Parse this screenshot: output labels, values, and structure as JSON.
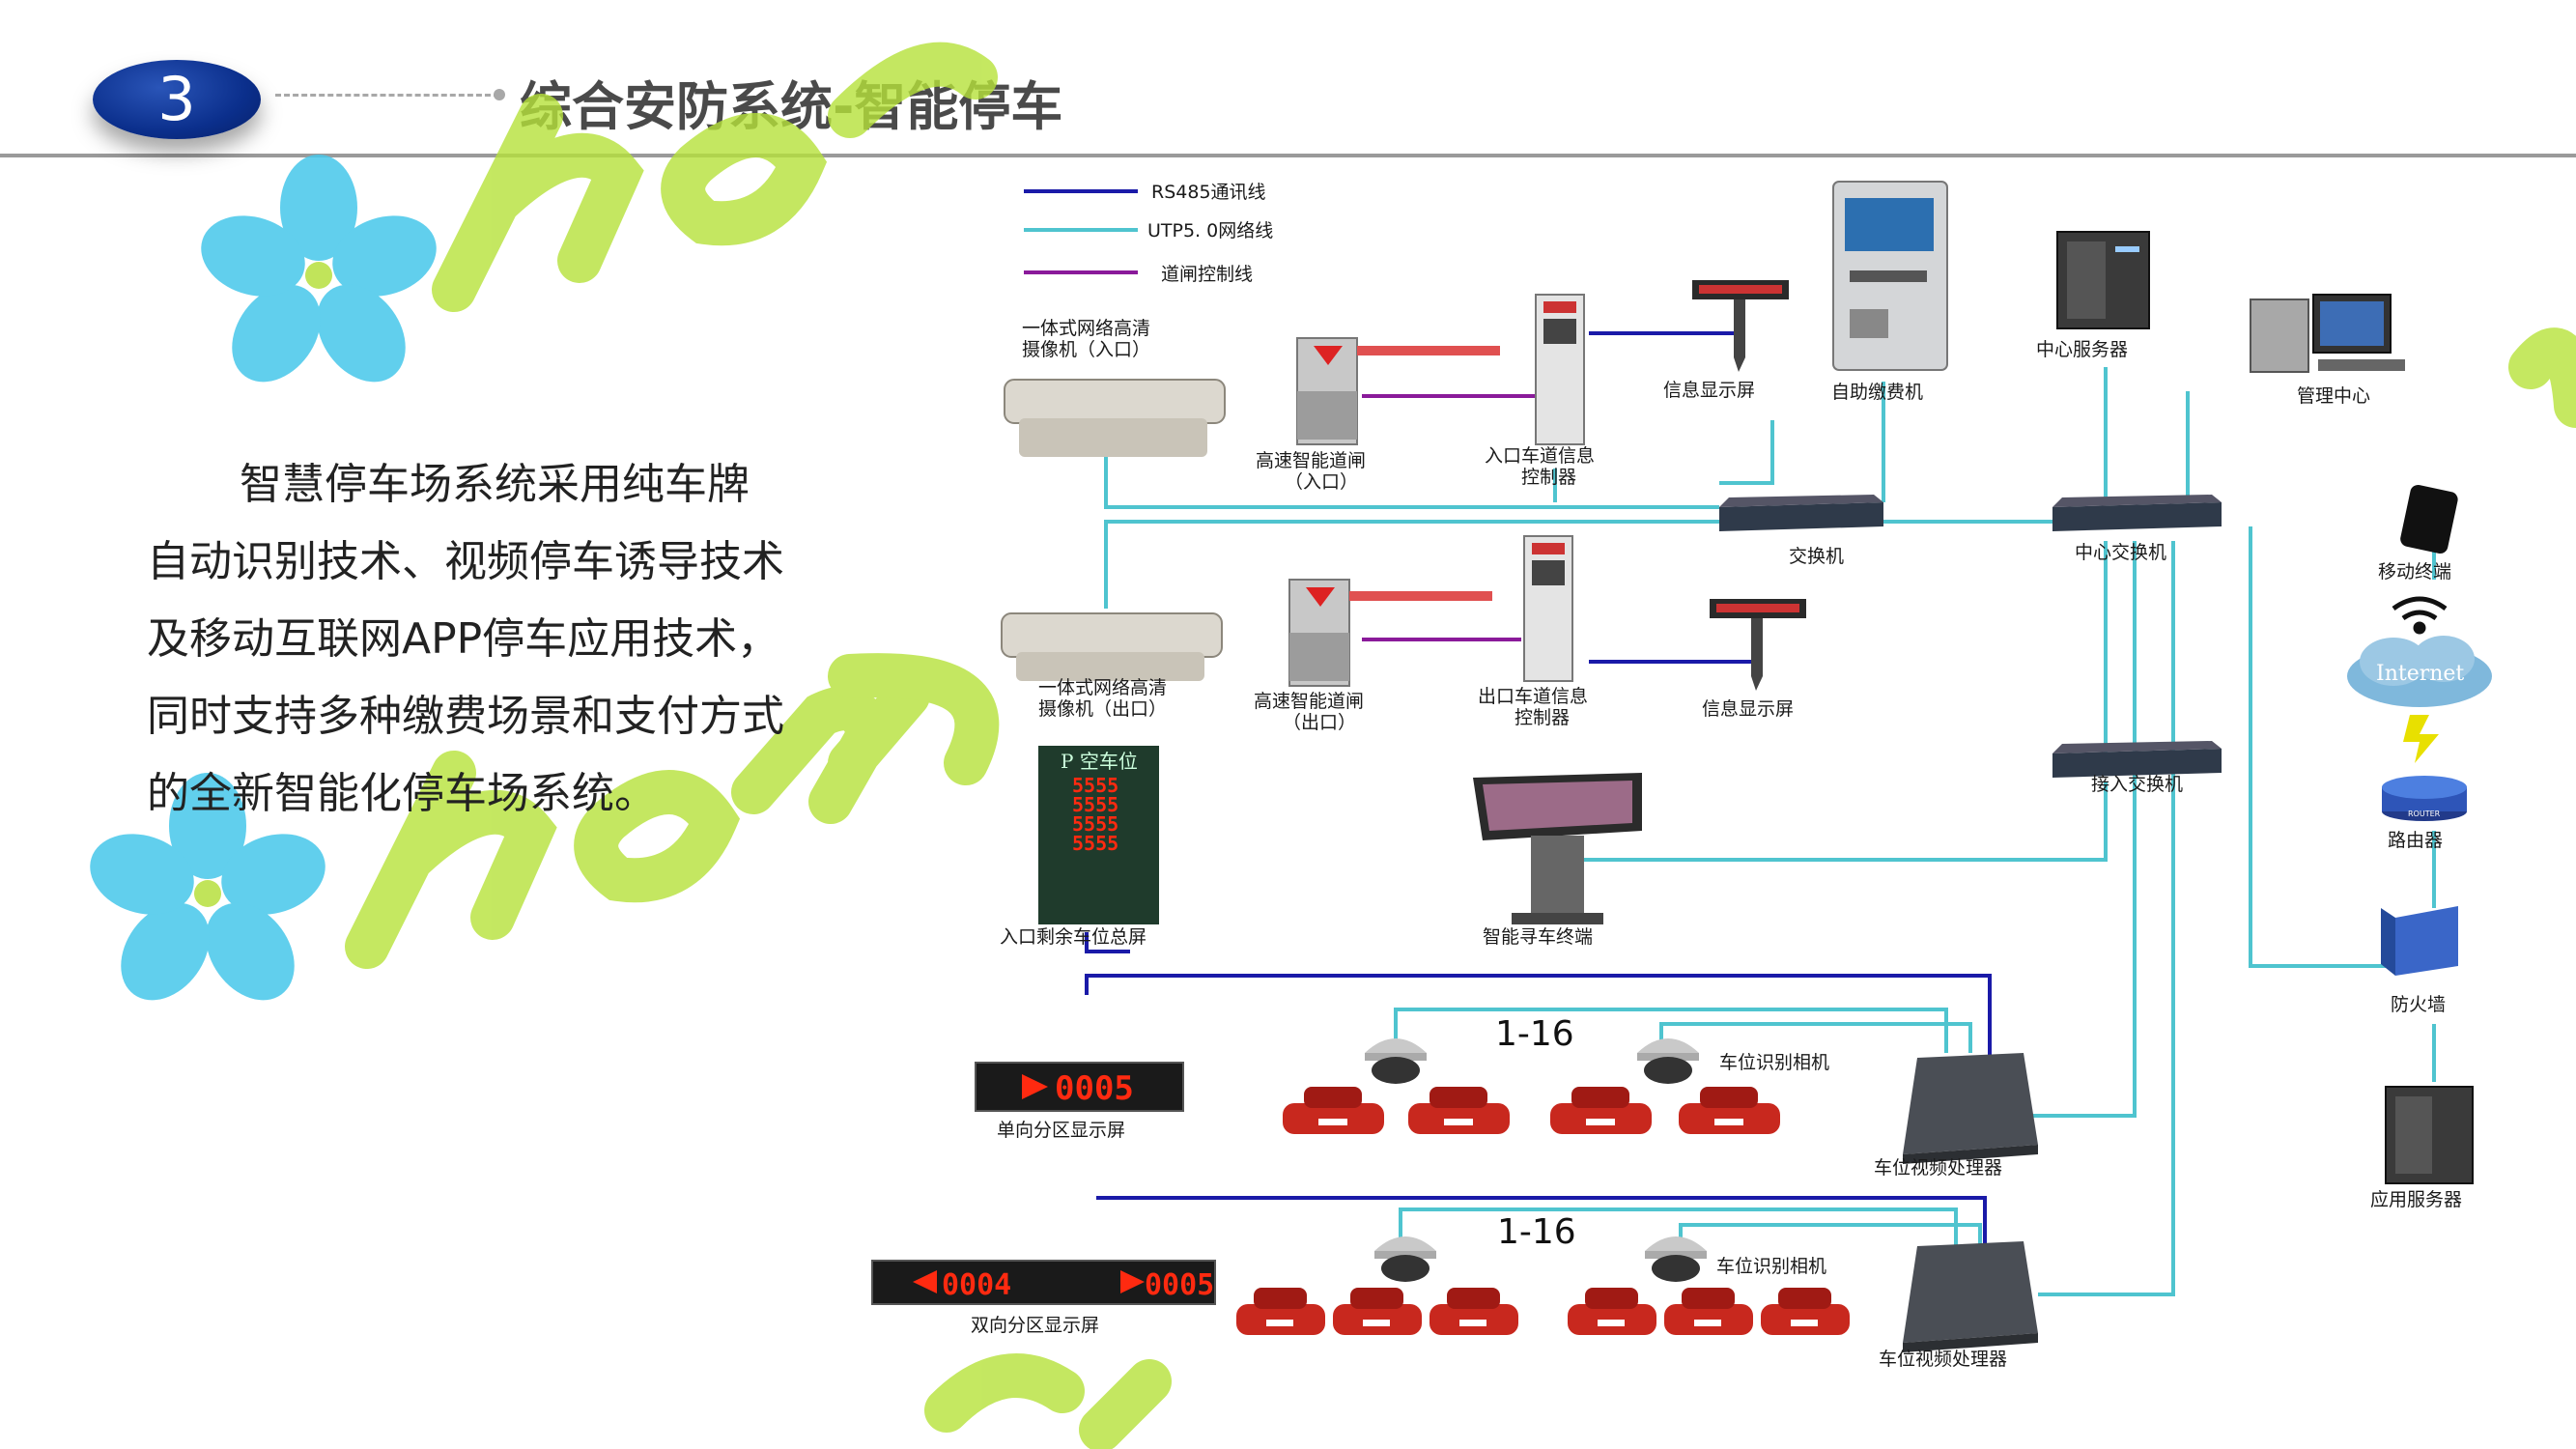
{
  "header": {
    "number": "3",
    "title": "综合安防系统-智能停车"
  },
  "intro": {
    "lines": [
      "智慧停车场系统采用纯车牌",
      "自动识别技术、视频停车诱导技术",
      "及移动互联网APP停车应用技术，",
      "同时支持多种缴费场景和支付方式",
      "的全新智能化停车场系统。"
    ]
  },
  "legend": {
    "rs485": "RS485通讯线",
    "utp": "UTP5. 0网络线",
    "gate": "道闸控制线"
  },
  "colors": {
    "rs485": "#1a1aa8",
    "utp": "#4fc4cf",
    "gate": "#8a1a9a",
    "led": "#ff2a10"
  },
  "devices": {
    "cam_in": [
      "一体式网络高清",
      "摄像机（入口）"
    ],
    "gate_in": [
      "高速智能道闸",
      "（入口）"
    ],
    "ctrl_in": [
      "入口车道信息",
      "控制器"
    ],
    "display_in": "信息显示屏",
    "kiosk": "自助缴费机",
    "server": "中心服务器",
    "mgmt": "管理中心",
    "switch": "交换机",
    "core_switch": "中心交换机",
    "cam_out": [
      "一体式网络高清",
      "摄像机（出口）"
    ],
    "gate_out": [
      "高速智能道闸",
      "（出口）"
    ],
    "ctrl_out": [
      "出口车道信息",
      "控制器"
    ],
    "display_out": "信息显示屏",
    "mobile": "移动终端",
    "internet": "Internet",
    "router": "路由器",
    "router_badge": "ROUTER",
    "access_switch": "接入交换机",
    "entry_board": "入口剩余车位总屏",
    "entry_board_head": "P 空车位",
    "entry_board_values": [
      "5555",
      "5555",
      "5555",
      "5555"
    ],
    "finder": "智能寻车终端",
    "firewall": "防火墙",
    "app_server": "应用服务器",
    "range_label": "1-16",
    "spot_cam": "车位识别相机",
    "video_proc": "车位视频处理器",
    "single_display": "单向分区显示屏",
    "single_display_value": "0005",
    "double_display": "双向分区显示屏",
    "double_display_values": [
      "0004",
      "0005"
    ]
  }
}
